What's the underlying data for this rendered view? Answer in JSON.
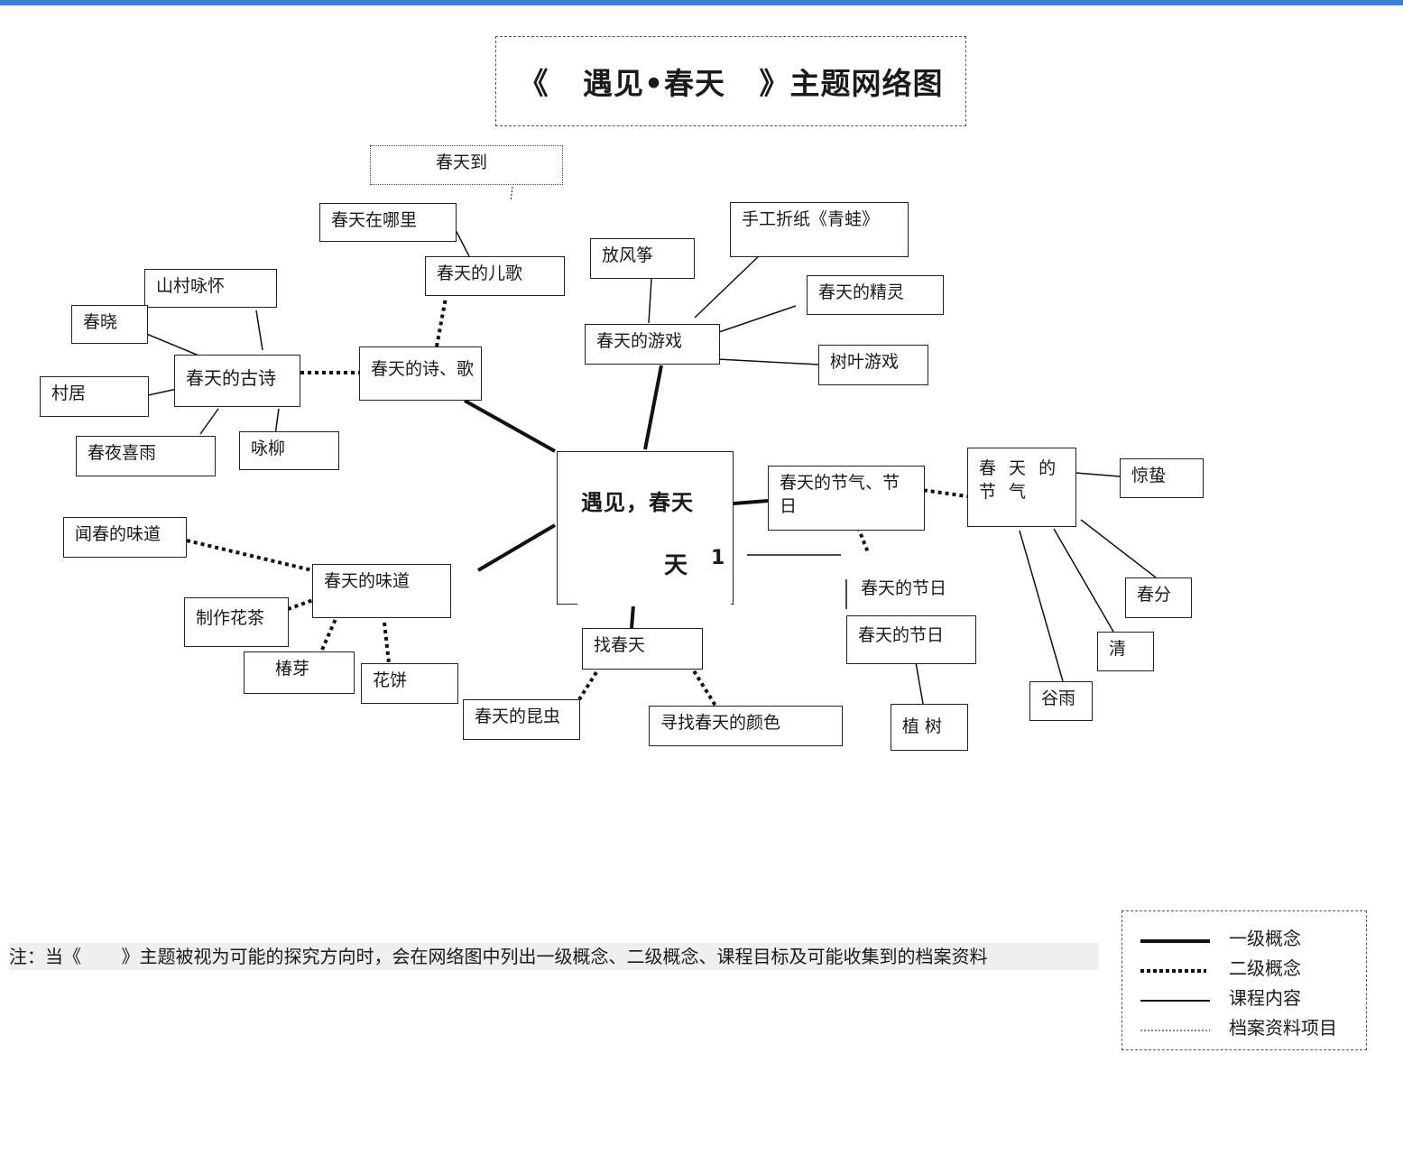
{
  "title": "《   遇见•春天   》主题网络图",
  "center": {
    "label": "遇见，春天",
    "fragment_1": "天",
    "fragment_2": "1"
  },
  "nodes": {
    "spring_arrives": "春天到",
    "where_is_spring": "春天在哪里",
    "spring_children_songs": "春天的儿歌",
    "poems_and_songs": "春天的诗、歌",
    "ancient_poems": "春天的古诗",
    "mountain_village": "山村咏怀",
    "spring_dawn": "春晓",
    "village_living": "村居",
    "spring_night_rain": "春夜喜雨",
    "ode_willow": "咏柳",
    "kite_flying": "放风筝",
    "origami_frog": "手工折纸《青蛙》",
    "spring_elves": "春天的精灵",
    "spring_games": "春天的游戏",
    "leaf_games": "树叶游戏",
    "solar_terms_festivals": "春天的节气、节日",
    "spring_solar_terms": "春 天 的 节 气",
    "jingzhe": "惊蛰",
    "chunfen": "春分",
    "qing": "清",
    "guyu": "谷雨",
    "spring_festivals_a": "春天的节日",
    "spring_festivals_b": "春天的节日",
    "tree_planting": "植    树",
    "spring_taste": "春天的味道",
    "smell_spring": "闻春的味道",
    "flower_tea": "制作花茶",
    "toona_sprouts": "椿芽",
    "flower_cake": "花饼",
    "find_spring": "找春天",
    "spring_insects": "春天的昆虫",
    "find_colors": "寻找春天的颜色"
  },
  "note": "注：当《       》主题被视为可能的探究方向时，会在网络图中列出一级概念、二级概念、课程目标及可能收集到的档案资料",
  "legend": {
    "level1": "一级概念",
    "level2": "二级概念",
    "course": "课程内容",
    "archive": "档案资料项目"
  },
  "colors": {
    "top_bar": "#3b7fd4",
    "line": "#111111",
    "note_bg": "#efefef"
  }
}
